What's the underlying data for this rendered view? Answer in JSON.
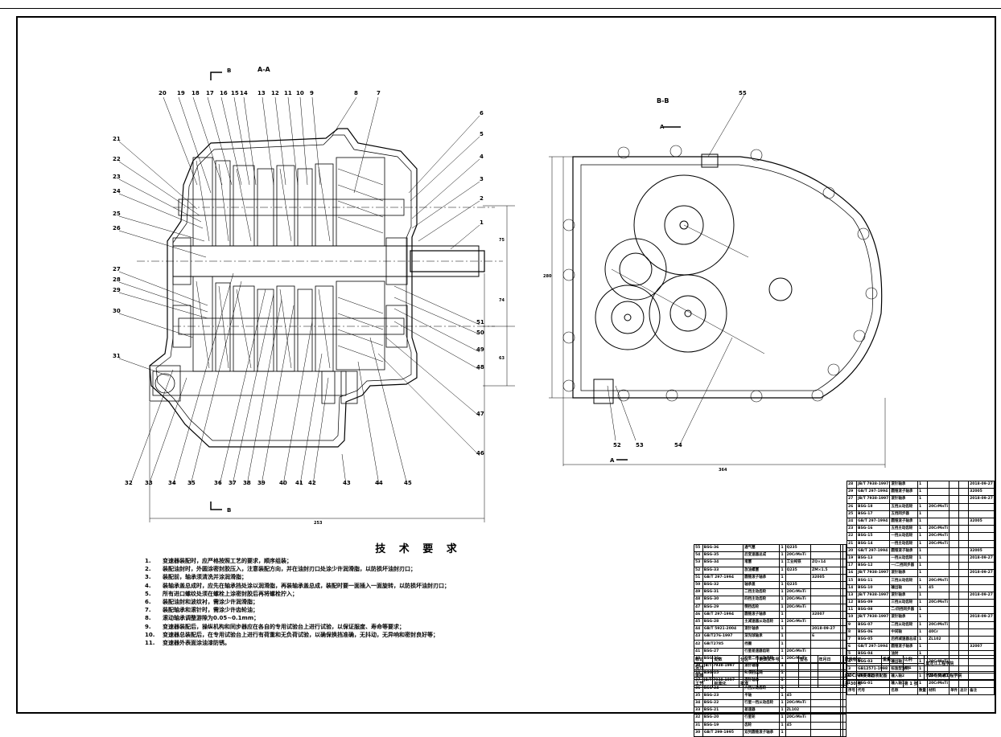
{
  "drawing": {
    "view_labels": {
      "section_aa": "A-A",
      "section_bb": "B-B",
      "cut_b": "B",
      "cut_a": "A"
    },
    "callouts_top": [
      "20",
      "19",
      "18",
      "17",
      "16",
      "15",
      "14",
      "13",
      "12",
      "11",
      "10",
      "9",
      "8",
      "7"
    ],
    "callouts_left": [
      "21",
      "22",
      "23",
      "24",
      "25",
      "26",
      "27",
      "28",
      "29",
      "30",
      "31"
    ],
    "callouts_right": [
      "6",
      "5",
      "4",
      "3",
      "2",
      "1",
      "51",
      "50",
      "49",
      "48",
      "47",
      "46"
    ],
    "callouts_bottom": [
      "32",
      "33",
      "34",
      "35",
      "36",
      "37",
      "38",
      "39",
      "40",
      "41",
      "42",
      "43",
      "44",
      "45"
    ],
    "callouts_bb": [
      "52",
      "53",
      "54",
      "55"
    ],
    "dimensions": [
      "253",
      "364",
      "280",
      "75",
      "74",
      "63"
    ]
  },
  "tech_requirements": {
    "title": "技 术 要 求",
    "items": [
      {
        "n": "1.",
        "text": "变速器装配时，应严格按照工艺的要求，顺序组装；"
      },
      {
        "n": "2.",
        "text": "装配油封时，外圆涂密封胶压入，注意装配方向，并在油封刃口处涂少许润滑脂，以防损坏油封刃口；"
      },
      {
        "n": "3.",
        "text": "装配前，轴承须清洗并涂润滑脂；"
      },
      {
        "n": "4.",
        "text": "装轴承盖总成时，应先在轴承挡处涂以润滑脂，再装轴承盖总成，装配时要一面插入一面旋转，以防损坏油封刃口；"
      },
      {
        "n": "5.",
        "text": "所有进口螺纹处须在螺栓上涂密封胶后再将螺栓拧入；"
      },
      {
        "n": "6.",
        "text": "装配油封和波纹衬，需涂少许润滑脂；"
      },
      {
        "n": "7.",
        "text": "装配轴承和滚针时，需涂少许齿轮油；"
      },
      {
        "n": "8.",
        "text": "滚动轴承调整游隙为0.05~0.1mm；"
      },
      {
        "n": "9.",
        "text": "变速器装配后，操纵机构和同步器应在各自的专用试验台上进行试验，以保证服度、寿命等要求；"
      },
      {
        "n": "10.",
        "text": "变速器总装配后，在专用试验台上进行有荷重和无负荷试验，以确保换挡准确，无抖动，无异响和密封良好等；"
      },
      {
        "n": "11.",
        "text": "变速器外表面涂油漆防锈。"
      }
    ]
  },
  "bom_right": [
    [
      "28",
      "JB/T 7938-1997",
      "滚针轴承",
      "1",
      "",
      "",
      "",
      "2018-09-27"
    ],
    [
      "29",
      "GB/T 297-1994",
      "圆锥滚子轴承",
      "1",
      "",
      "",
      "",
      "32005"
    ],
    [
      "27",
      "JB/T 7938-1997",
      "滚针轴承",
      "1",
      "",
      "",
      "",
      "2018-09-27"
    ],
    [
      "26",
      "BSG-18",
      "五挡从动齿轮",
      "1",
      "20CrMnTi",
      "",
      "",
      ""
    ],
    [
      "25",
      "BSG-17",
      "五挡同步器",
      "1",
      "",
      "",
      "",
      ""
    ],
    [
      "24",
      "GB/T 297-1994",
      "圆锥滚子轴承",
      "1",
      "",
      "",
      "",
      "32005"
    ],
    [
      "23",
      "BSG-16",
      "五挡主动齿轮",
      "1",
      "20CrMnTi",
      "",
      "",
      ""
    ],
    [
      "22",
      "BSG-15",
      "一挡从动齿轮",
      "1",
      "20CrMnTi",
      "",
      "",
      ""
    ],
    [
      "21",
      "BSG-14",
      "一挡主动齿轮",
      "1",
      "20CrMnTi",
      "",
      "",
      ""
    ],
    [
      "20",
      "GB/T 297-1994",
      "圆锥滚子轴承",
      "1",
      "",
      "",
      "",
      "32005"
    ],
    [
      "19",
      "BSG-13",
      "一挡从动齿轮",
      "1",
      "",
      "",
      "",
      "2018-09-27"
    ],
    [
      "17",
      "BSG-12",
      "一/二挡同步器",
      "1",
      "",
      "",
      "",
      ""
    ],
    [
      "16",
      "JB/T 7938-1997",
      "滚针轴承",
      "1",
      "",
      "",
      "",
      "2018-09-27"
    ],
    [
      "15",
      "BSG-11",
      "三挡从动齿轮",
      "1",
      "20CrMnTi",
      "",
      "",
      ""
    ],
    [
      "14",
      "BSG-10",
      "输出轴",
      "1",
      "45",
      "",
      "",
      ""
    ],
    [
      "13",
      "JB/T 7938-1997",
      "滚针轴承",
      "1",
      "",
      "",
      "",
      "2018-09-27"
    ],
    [
      "12",
      "BSG-09",
      "三挡从动齿轮",
      "1",
      "20CrMnTi",
      "",
      "",
      ""
    ],
    [
      "11",
      "BSG-08",
      "二/四挡同步器",
      "1",
      "",
      "",
      "",
      ""
    ],
    [
      "10",
      "JB/T 7938-1997",
      "滚针轴承",
      "1",
      "",
      "",
      "",
      "2018-09-27"
    ],
    [
      "9",
      "BSG-07",
      "二挡从动齿轮",
      "1",
      "20CrMnTi",
      "",
      "",
      ""
    ],
    [
      "8",
      "BSG-06",
      "中间轴",
      "1",
      "40Cr",
      "",
      "",
      ""
    ],
    [
      "7",
      "BSG-05",
      "后桥减速器总成",
      "1",
      "ZL102",
      "",
      "",
      ""
    ],
    [
      "6",
      "GB/T 297-1994",
      "圆锥滚子轴承",
      "1",
      "",
      "",
      "",
      "32007"
    ],
    [
      "5",
      "BSG-04",
      "油封",
      "1",
      "",
      "",
      "",
      ""
    ],
    [
      "4",
      "BSG-03",
      "输出轴",
      "1",
      "20CrMnTi",
      "",
      "",
      ""
    ],
    [
      "3",
      "GB12571-1998",
      "标准型油封",
      "1",
      "",
      "",
      "",
      ""
    ],
    [
      "2",
      "BSG-02",
      "输入轴2",
      "1",
      "20CrMnTi",
      "",
      "",
      ""
    ],
    [
      "1",
      "BSG-01",
      "输入轴1",
      "1",
      "20CrMnTi",
      "",
      "",
      ""
    ]
  ],
  "bom_left": [
    [
      "55",
      "BSG-36",
      "通气塞",
      "1",
      "Q235",
      "",
      "",
      ""
    ],
    [
      "54",
      "BSG-35",
      "后变速器总成",
      "1",
      "20CrMnTi",
      "",
      "",
      ""
    ],
    [
      "53",
      "BSG-34",
      "堵塞",
      "1",
      "工业纯铁",
      "ZQ×14",
      "",
      ""
    ],
    [
      "52",
      "BSG-33",
      "放油螺塞",
      "1",
      "Q235",
      "ZM×1.5",
      "",
      ""
    ],
    [
      "51",
      "GB/T 297-1994",
      "圆锥滚子轴承",
      "1",
      "",
      "32005",
      "",
      ""
    ],
    [
      "50",
      "BSG-32",
      "轴承盖",
      "1",
      "Q235",
      "",
      "",
      ""
    ],
    [
      "49",
      "BSG-31",
      "二挡主动齿轮",
      "1",
      "20CrMnTi",
      "",
      "",
      ""
    ],
    [
      "48",
      "BSG-30",
      "四挡主动齿轮",
      "1",
      "20CrMnTi",
      "",
      "",
      ""
    ],
    [
      "47",
      "BSG-29",
      "倒挡齿轮",
      "1",
      "20CrMnTi",
      "",
      "",
      ""
    ],
    [
      "46",
      "GB/T 297-1994",
      "圆锥滚子轴承",
      "1",
      "",
      "32007",
      "",
      ""
    ],
    [
      "45",
      "BSG-28",
      "主减速器从动齿轮",
      "1",
      "20CrMnTi",
      "",
      "",
      ""
    ],
    [
      "44",
      "GB/T 5921-2004",
      "滚针轴承",
      "1",
      "",
      "2018-09-27",
      "",
      ""
    ],
    [
      "43",
      "GB/T276-1997",
      "深沟球轴承",
      "1",
      "",
      "6",
      "",
      ""
    ],
    [
      "42",
      "GB/T2785",
      "挡圈",
      "1",
      "",
      "",
      "",
      ""
    ],
    [
      "41",
      "BSG-27",
      "行星差速器齿轮",
      "1",
      "20CrMnTi",
      "",
      "",
      ""
    ],
    [
      "40",
      "BSG-26",
      "行星二挡从动齿轮",
      "1",
      "20CrMnTi",
      "",
      "",
      ""
    ],
    [
      "39",
      "JB/T 7938-1997",
      "滚针轴承",
      "1",
      "",
      "",
      "",
      ""
    ],
    [
      "38",
      "BSG-25",
      "R/倒挡齿轮",
      "1",
      "",
      "",
      "",
      ""
    ],
    [
      "37",
      "JB/T 7938-1997",
      "滚针轴承",
      "1",
      "",
      "",
      "",
      ""
    ],
    [
      "36",
      "BSG-24",
      "六挡从动齿轮",
      "1",
      "",
      "",
      "",
      ""
    ],
    [
      "35",
      "BSG-23",
      "半轴",
      "1",
      "45",
      "",
      "",
      ""
    ],
    [
      "34",
      "BSG-22",
      "行星一挡从动齿轮",
      "1",
      "20CrMnTi",
      "",
      "",
      ""
    ],
    [
      "33",
      "BSG-21",
      "差速器",
      "1",
      "ZL102",
      "",
      "",
      ""
    ],
    [
      "32",
      "BSG-20",
      "行星轮",
      "1",
      "20CrMnTi",
      "",
      "",
      ""
    ],
    [
      "31",
      "BSG-19",
      "齿轮",
      "1",
      "45",
      "",
      "",
      ""
    ],
    [
      "30",
      "GB/T 299-1995",
      "双列圆锥滚子轴承",
      "1",
      "",
      "",
      "",
      ""
    ]
  ],
  "bom_header": [
    "序号",
    "代号",
    "名称",
    "数量",
    "材料",
    "单件",
    "总计",
    "备注"
  ],
  "title_block": {
    "school": "黑龙江工程学院",
    "dept": "汽车与交通工程学院",
    "drawing_title": "I90C六挡变速器装配图",
    "scale_label": "比例",
    "scale": "1:1",
    "sheet_total": "共 30 张",
    "sheet_no": "第 1 张",
    "labels": [
      "标记",
      "处数",
      "分区",
      "更改文件号",
      "签名",
      "年月日",
      "设计",
      "审核",
      "工艺",
      "标准化",
      "批准",
      "阶段标记",
      "重量",
      "比例"
    ],
    "weight_col": "备注",
    "material_col": "材料"
  }
}
